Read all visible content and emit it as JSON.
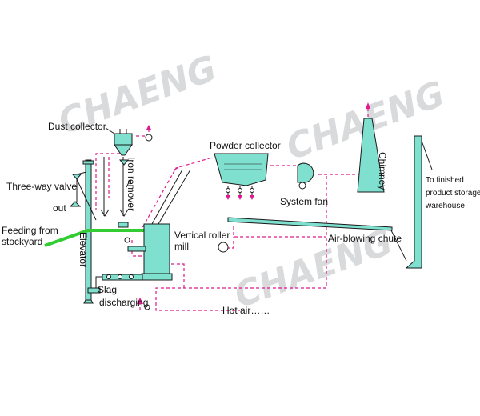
{
  "labels": {
    "dust_collector": "Dust collector",
    "three_way_valve": "Three-way valve",
    "out": "out",
    "feeding_1": "Feeding from",
    "feeding_2": "stockyard",
    "iron_remover": "Iron remover",
    "elevator": "Elevator",
    "vertical_roller_1": "Vertical roller",
    "vertical_roller_2": "mill",
    "powder_collector": "Powder collector",
    "system_fan": "System fan",
    "chimney": "Chimney",
    "to_finished_1": "To finished",
    "to_finished_2": "product storage",
    "to_finished_3": "warehouse",
    "air_blowing_chute": "Air-blowing chute",
    "slag_1": "Slag",
    "slag_2": "discharging",
    "hot_air": "Hot air……"
  },
  "watermark": {
    "brand": "CHAENG"
  },
  "colors": {
    "equipment": "#7fe0d0",
    "airflow": "#e0198f",
    "feed_belt": "#33cc33",
    "outline": "#1a1a1a",
    "watermark": "#d8dadc"
  }
}
